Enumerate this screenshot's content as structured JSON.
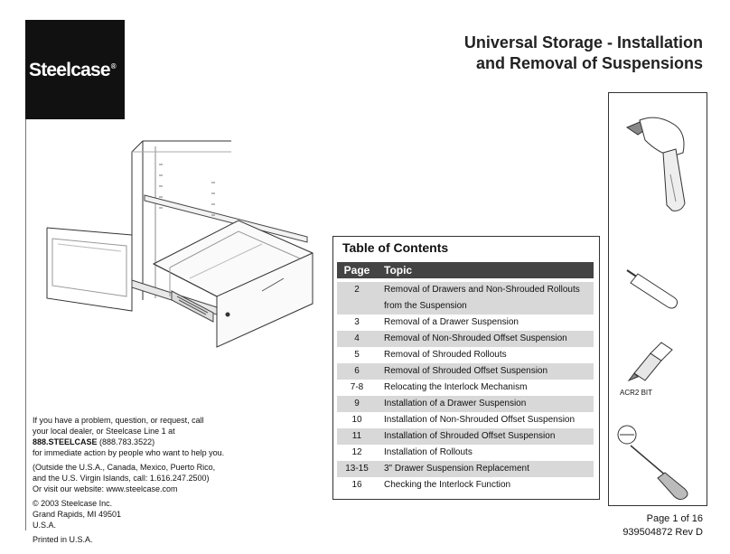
{
  "brand": {
    "logo_text": "Steelcase",
    "registered": "®"
  },
  "title": {
    "line1": "Universal Storage - Installation",
    "line2": "and Removal of Suspensions"
  },
  "toc": {
    "title": "Table of Contents",
    "header_page": "Page",
    "header_topic": "Topic",
    "rows": [
      {
        "page": "2",
        "topic": "Removal of Drawers and Non-Shrouded Rollouts from the Suspension",
        "shaded": true
      },
      {
        "page": "3",
        "topic": "Removal of a Drawer Suspension",
        "shaded": false
      },
      {
        "page": "4",
        "topic": "Removal of Non-Shrouded Offset Suspension",
        "shaded": true
      },
      {
        "page": "5",
        "topic": "Removal of Shrouded Rollouts",
        "shaded": false
      },
      {
        "page": "6",
        "topic": "Removal of Shrouded Offset Suspension",
        "shaded": true
      },
      {
        "page": "7-8",
        "topic": "Relocating the Interlock Mechanism",
        "shaded": false
      },
      {
        "page": "9",
        "topic": "Installation of a Drawer Suspension",
        "shaded": true
      },
      {
        "page": "10",
        "topic": "Installation of Non-Shrouded Offset Suspension",
        "shaded": false
      },
      {
        "page": "11",
        "topic": "Installation of Shrouded Offset Suspension",
        "shaded": true
      },
      {
        "page": "12",
        "topic": "Installation of Rollouts",
        "shaded": false
      },
      {
        "page": "13-15",
        "topic": "3\" Drawer Suspension Replacement",
        "shaded": true
      },
      {
        "page": "16",
        "topic": "Checking the Interlock Function",
        "shaded": false
      }
    ]
  },
  "tools": {
    "acr_label": "ACR2 BIT"
  },
  "contact": {
    "line1": "If you have a problem, question, or request, call",
    "line2": "your local dealer, or Steelcase Line 1 at",
    "phone_bold": "888.STEELCASE",
    "phone_num": " (888.783.3522)",
    "line4": "for immediate action by people who want to help you.",
    "line5": "(Outside the U.S.A., Canada, Mexico, Puerto Rico,",
    "line6": "and the U.S. Virgin Islands, call: 1.616.247.2500)",
    "line7": "Or visit our website: www.steelcase.com",
    "copyright": "© 2003 Steelcase Inc.",
    "city": "Grand Rapids, MI 49501",
    "country": "U.S.A.",
    "printed": "Printed in U.S.A."
  },
  "footer": {
    "page": "Page 1 of 16",
    "doc_number": "939504872 Rev D"
  }
}
